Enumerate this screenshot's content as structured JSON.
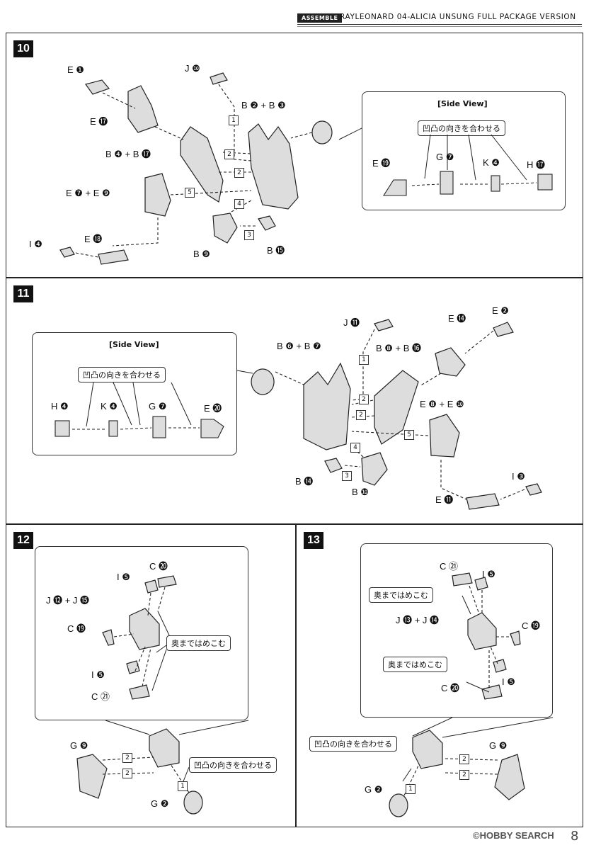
{
  "header": {
    "tag": "ASSEMBLE",
    "title": "RAYLEONARD 04-ALICIA UNSUNG FULL PACKAGE VERSION"
  },
  "steps": [
    {
      "number": "10",
      "side_view": "[Side View]",
      "align_note": "凹凸の向きを合わせる",
      "labels": [
        "E ❶",
        "E ⓱",
        "J ❿",
        "B ❷ + B ❸",
        "B ❹ + B ⓱",
        "E ❼ + E ❾",
        "I ❹",
        "E ⓲",
        "B ❾",
        "B ⓯",
        "E ⓳",
        "G ❼",
        "K ❹",
        "H ⓱"
      ],
      "nums": [
        "1",
        "2",
        "2",
        "5",
        "4",
        "3"
      ]
    },
    {
      "number": "11",
      "side_view": "[Side View]",
      "align_note": "凹凸の向きを合わせる",
      "labels": [
        "J ⓫",
        "E ⓮",
        "E ❷",
        "B ❻ + B ❼",
        "B ❽ + B ⓰",
        "E ❽ + E ❿",
        "I ❸",
        "E ⓫",
        "B ⓮",
        "B ❿",
        "H ❹",
        "K ❹",
        "G ❼",
        "E ⓴"
      ],
      "nums": [
        "1",
        "2",
        "2",
        "5",
        "4",
        "3"
      ]
    },
    {
      "number": "12",
      "press_note": "奥まではめこむ",
      "align_note": "凹凸の向きを合わせる",
      "labels": [
        "I ❺",
        "C ⓴",
        "J ⓬ + J ⓯",
        "C ⓳",
        "I ❺",
        "C ㉑",
        "G ❾",
        "G ❷"
      ],
      "nums": [
        "2",
        "2",
        "1"
      ]
    },
    {
      "number": "13",
      "press_note": "奥まではめこむ",
      "align_note": "凹凸の向きを合わせる",
      "labels": [
        "C ㉑",
        "I ❺",
        "J ⓭ + J ⓮",
        "C ⓳",
        "I ❺",
        "C ⓴",
        "G ❷",
        "G ❾"
      ],
      "nums": [
        "2",
        "2",
        "1"
      ]
    }
  ],
  "footer": {
    "logo": "©HOBBY SEARCH",
    "page": "8"
  }
}
